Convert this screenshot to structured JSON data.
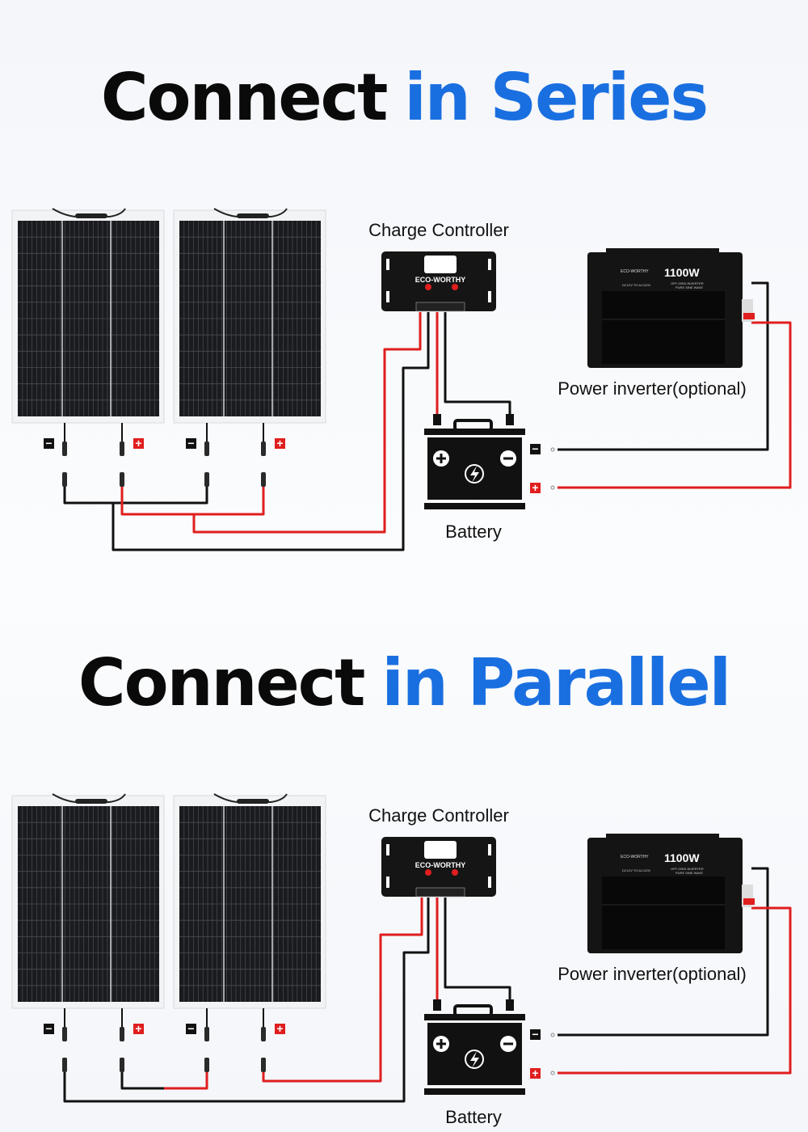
{
  "colors": {
    "accent": "#1a6fe0",
    "wire_red": "#e01e1e",
    "wire_black": "#111111"
  },
  "sections": [
    {
      "title_prefix": "Connect",
      "title_highlight": "in Series",
      "mode": "series",
      "charge_controller_label": "Charge Controller",
      "battery_label": "Battery",
      "inverter_label": "Power inverter(optional)"
    },
    {
      "title_prefix": "Connect",
      "title_highlight": "in Parallel",
      "mode": "parallel",
      "charge_controller_label": "Charge Controller",
      "battery_label": "Battery",
      "inverter_label": "Power inverter(optional)"
    }
  ],
  "controller": {
    "brand": "ECO-WORTHY"
  },
  "inverter": {
    "brand": "ECO-WORTHY",
    "power": "1100W",
    "spec_left": "DC12V TO AC120V",
    "spec_right_1": "OFF-GRID INVERTER",
    "spec_right_2": "PURE SINE WAVE"
  },
  "badges": {
    "minus": "−",
    "plus": "+"
  }
}
